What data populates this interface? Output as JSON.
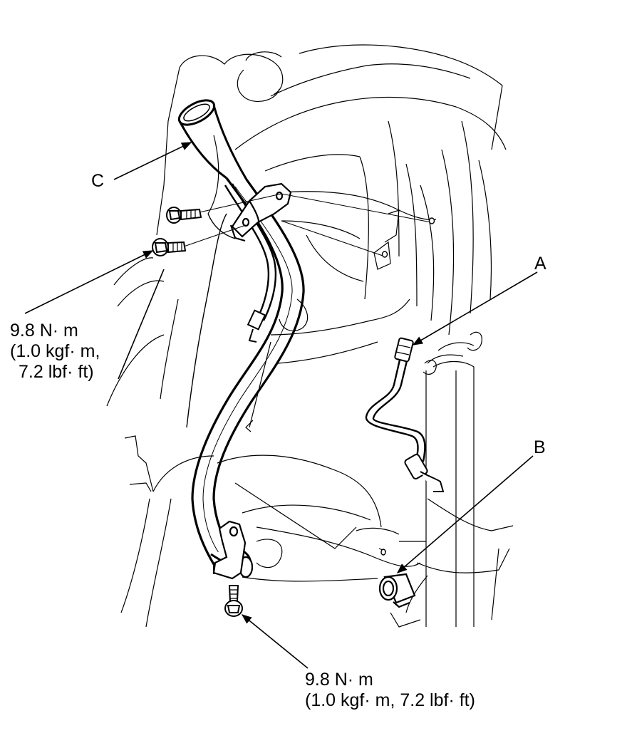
{
  "labels": {
    "a": "A",
    "b": "B",
    "c": "C"
  },
  "torque_upper": {
    "line1": "9.8 N· m",
    "line2": "(1.0 kgf· m,",
    "line3": "7.2 lbf· ft)"
  },
  "torque_lower": {
    "line1": "9.8 N· m",
    "line2": "(1.0 kgf· m, 7.2 lbf· ft)"
  }
}
